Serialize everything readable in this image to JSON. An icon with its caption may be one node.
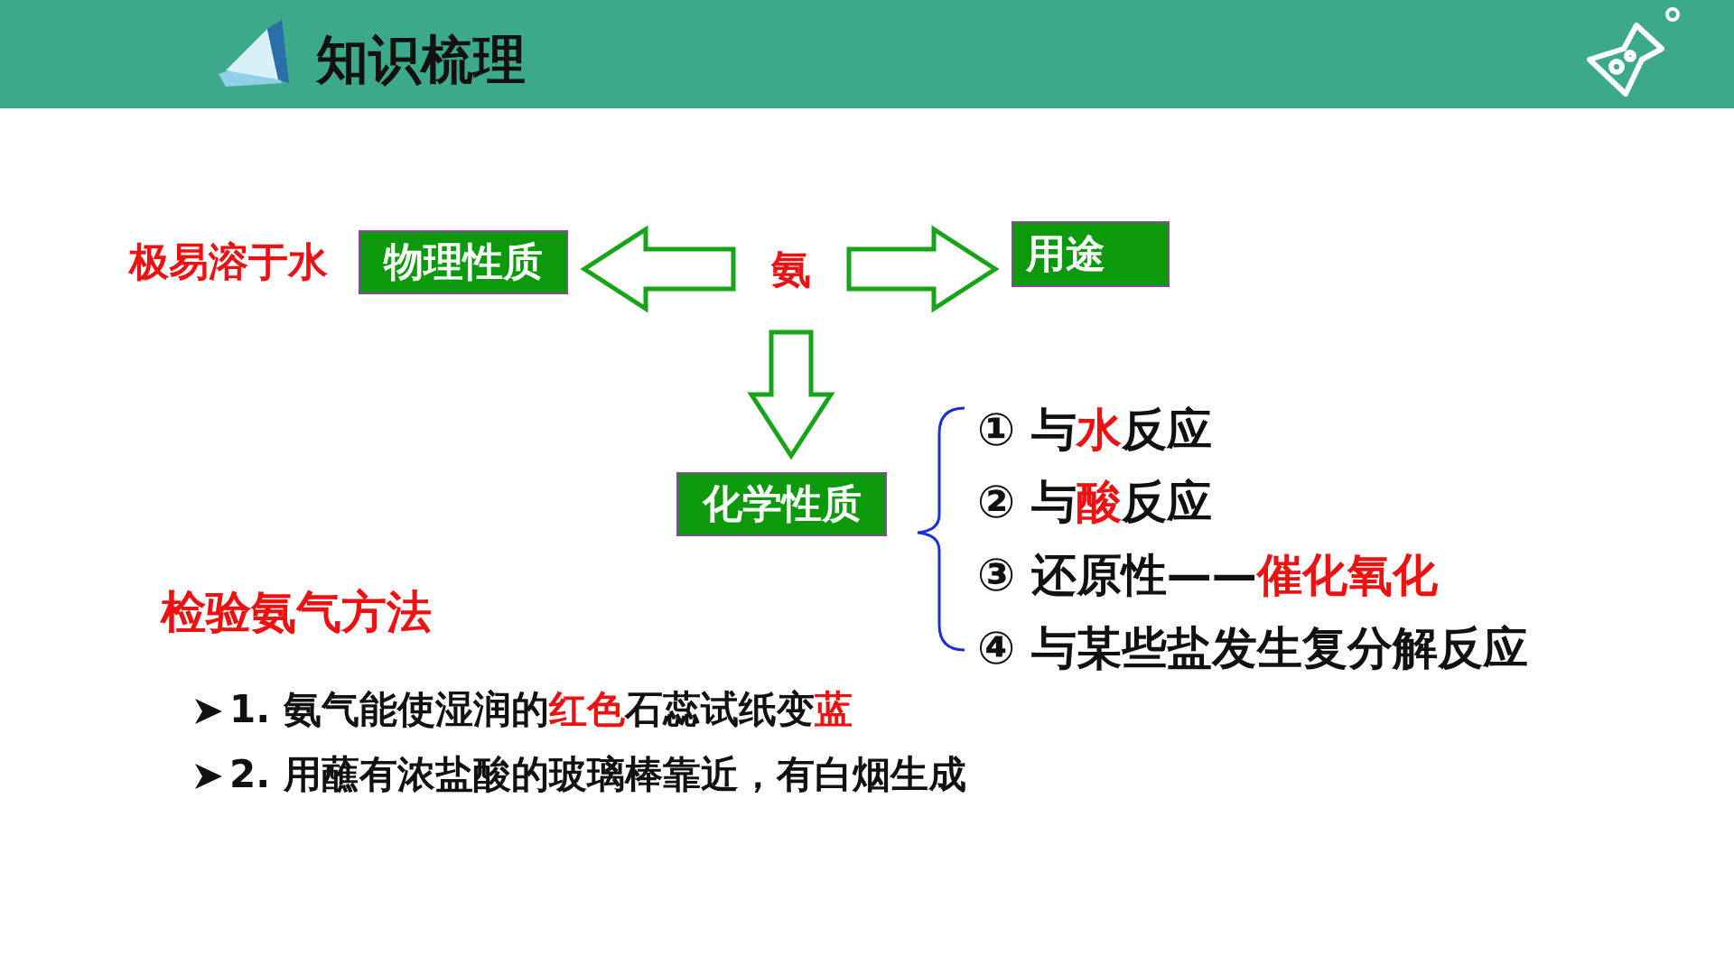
{
  "diagram": {
    "title": "知识梳理",
    "nodes": [
      {
        "text": [
          "氨"
        ]
      },
      {
        "text": [
          "物理性质"
        ],
        "beside": [
          "极易溶于水"
        ]
      },
      {
        "text": [
          "用途"
        ]
      },
      {
        "text": [
          "化学性质"
        ]
      }
    ],
    "edges": [
      {
        "from": 0,
        "to": 1,
        "arrow": "to"
      },
      {
        "from": 0,
        "to": 2,
        "arrow": "to"
      },
      {
        "from": 0,
        "to": 3,
        "arrow": "to"
      }
    ],
    "labels": [
      "① 与**水**反应",
      "② 与**酸**反应",
      "③ 还原性——**催化氧化**",
      "④ 与某些盐发生复分解反应",
      "检验氨气方法",
      "1. 氨气能使湿润的**红色**石蕊试纸变**蓝**",
      "2. 用蘸有浓盐酸的玻璃棒靠近，有白烟生成"
    ]
  }
}
